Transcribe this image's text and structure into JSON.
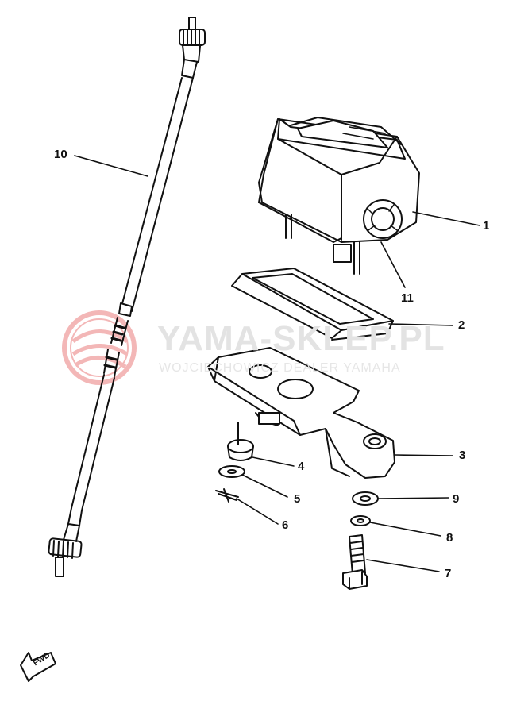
{
  "watermark": {
    "title": "YAMA-SKLEP.PL",
    "subtitle": "WOJCIECHOWICZ DEALER YAMAHA",
    "logo_color": "#f2b3b3"
  },
  "callouts": [
    {
      "number": "1"
    },
    {
      "number": "2"
    },
    {
      "number": "3"
    },
    {
      "number": "4"
    },
    {
      "number": "5"
    },
    {
      "number": "6"
    },
    {
      "number": "7"
    },
    {
      "number": "8"
    },
    {
      "number": "9"
    },
    {
      "number": "10"
    },
    {
      "number": "11"
    }
  ],
  "direction_indicator": {
    "label": "FWD"
  },
  "colors": {
    "line": "#111111",
    "watermark_text": "#e3e3e3"
  }
}
